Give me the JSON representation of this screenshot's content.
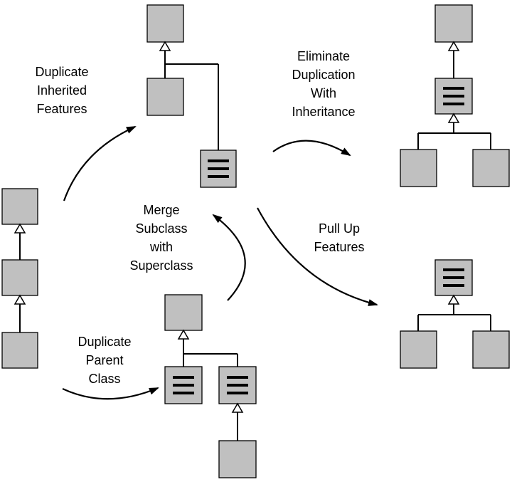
{
  "colors": {
    "box_fill": "#c0c0c0",
    "line": "#000000",
    "background": "#ffffff"
  },
  "labels": {
    "duplicate_inherited": [
      "Duplicate",
      "Inherited",
      "Features"
    ],
    "eliminate_duplication": [
      "Eliminate",
      "Duplication",
      "With",
      "Inheritance"
    ],
    "merge_subclass": [
      "Merge",
      "Subclass",
      "with",
      "Superclass"
    ],
    "pull_up": [
      "Pull Up",
      "Features"
    ],
    "duplicate_parent": [
      "Duplicate",
      "Parent",
      "Class"
    ]
  }
}
